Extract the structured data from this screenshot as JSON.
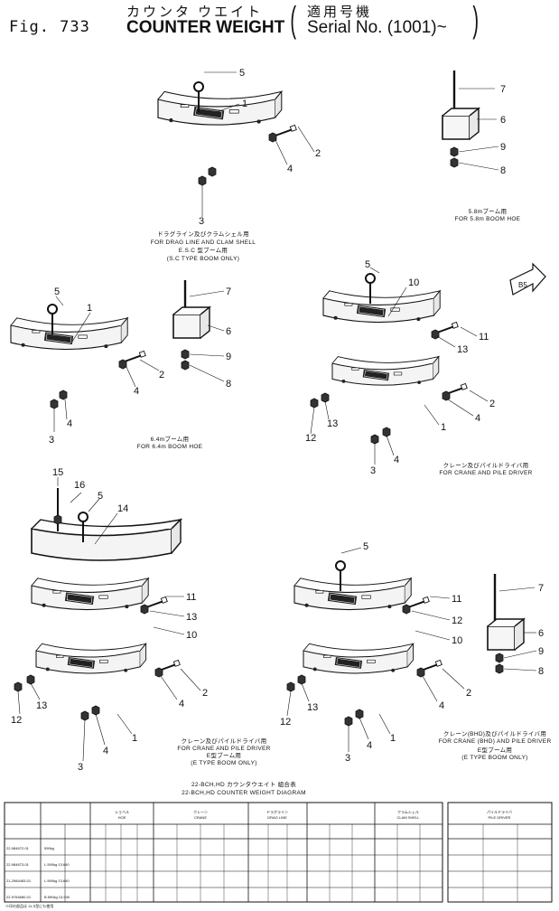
{
  "header": {
    "fig_label": "Fig. 733",
    "title_jp": "カウンタ ウエイト",
    "title": "COUNTER WEIGHT",
    "serial_jp": "適用号機",
    "serial": "Serial No. (1001)~"
  },
  "callouts": [
    "1",
    "2",
    "3",
    "4",
    "5",
    "6",
    "7",
    "8",
    "9",
    "10",
    "11",
    "12",
    "13",
    "14",
    "15",
    "16"
  ],
  "arrow_label": "B5",
  "captions": {
    "c1_jp": "ドラグライン及びクラムシェル用",
    "c1": "FOR DRAG LINE AND CLAM SHELL",
    "c1b_jp": "E.S.C 型ブーム用",
    "c1b": "(S.C TYPE BOOM ONLY)",
    "c2_jp": "5.8mブーム用",
    "c2": "FOR 5.8m BOOM HOE",
    "c3_jp": "6.4mブーム用",
    "c3": "FOR 6.4m BOOM HOE",
    "c4_jp": "クレーン及びパイルドライバ用",
    "c4": "FOR CRANE AND PILE DRIVER",
    "c5_jp": "クレーン及びパイルドライバ用",
    "c5": "FOR CRANE AND PILE DRIVER",
    "c5b_jp": "E型ブーム用",
    "c5b": "(E TYPE BOOM ONLY)",
    "c6_jp": "クレーン(BHD)及びパイルドライバ用",
    "c6": "FOR CRANE (BHD) AND PILE DRIVER",
    "c6b_jp": "E型ブーム用",
    "c6b": "(E TYPE BOOM ONLY)",
    "diagram_jp": "22-BCH,HD カウンタウエイト 組合表",
    "diagram": "22-BCH,HD COUNTER WEIGHT DIAGRAM",
    "footnote": "※印の部品は 11-S型にも使用"
  },
  "table": {
    "col_headers": [
      "ショベル",
      "クレーン",
      "ドラグライン",
      "クラムシェル",
      "パイルドライバ"
    ],
    "col_sub": [
      "HOE",
      "CRANE",
      "DRAG LINE",
      "CLAM SHELL",
      "PILE DRIVER"
    ],
    "row_ids": [
      "22-984672-01",
      "22-984673-01",
      "21-2984483-01",
      "22-9784680-01"
    ],
    "row_weights": [
      "590kg",
      "L.590kg 13,640",
      "L.590kg 13,640",
      "B.590kg 13,940"
    ]
  }
}
